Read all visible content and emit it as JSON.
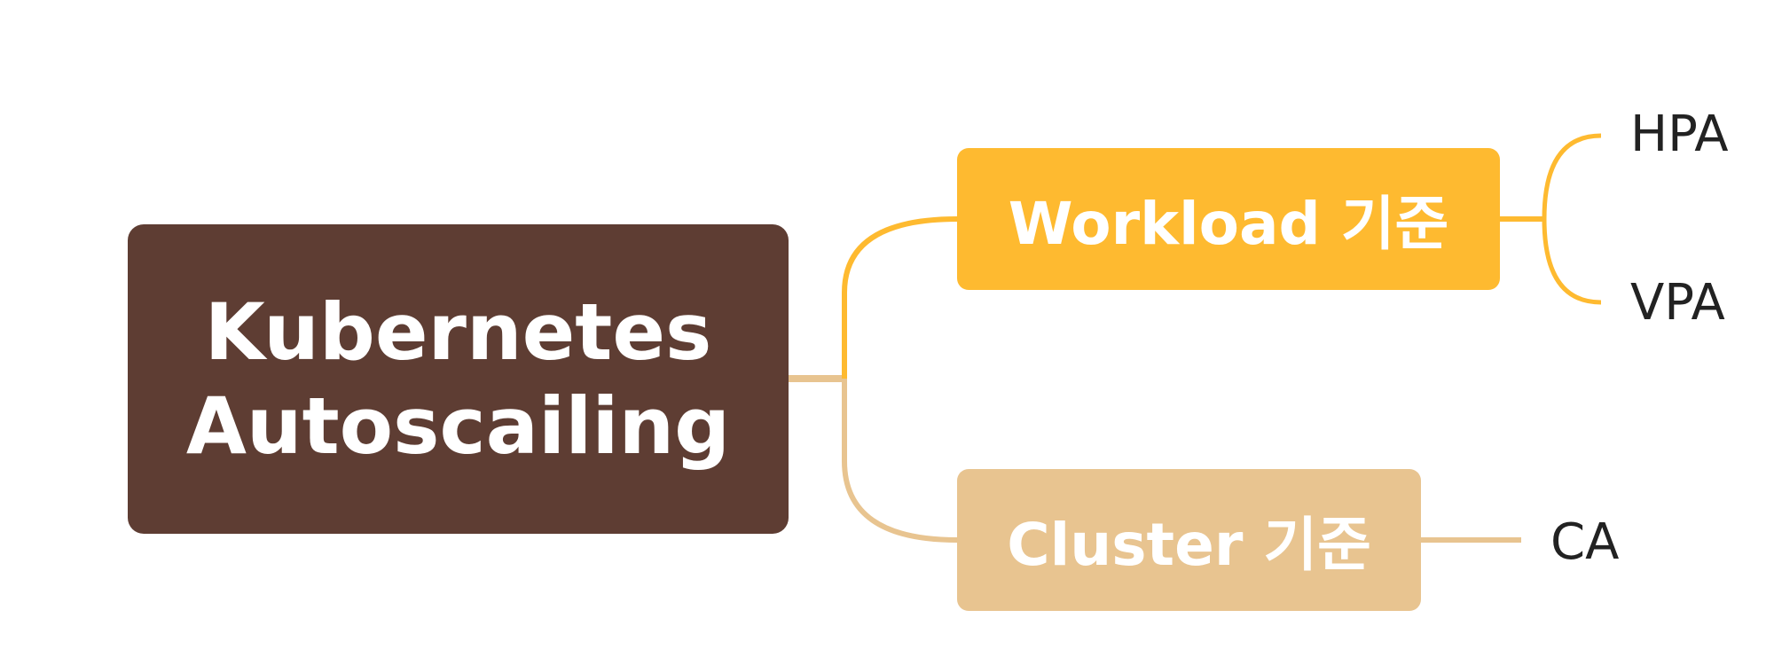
{
  "colors": {
    "root": "#5e3d33",
    "workload": "#feba30",
    "cluster": "#e8c490",
    "root_connector": "#e8c490",
    "workload_connector": "#feba30",
    "cluster_connector": "#e8c490"
  },
  "mindmap": {
    "root": {
      "line1": "Kubernetes",
      "line2": "Autoscailing"
    },
    "branches": [
      {
        "label": "Workload 기준",
        "children": [
          "HPA",
          "VPA"
        ]
      },
      {
        "label": "Cluster 기준",
        "children": [
          "CA"
        ]
      }
    ]
  }
}
